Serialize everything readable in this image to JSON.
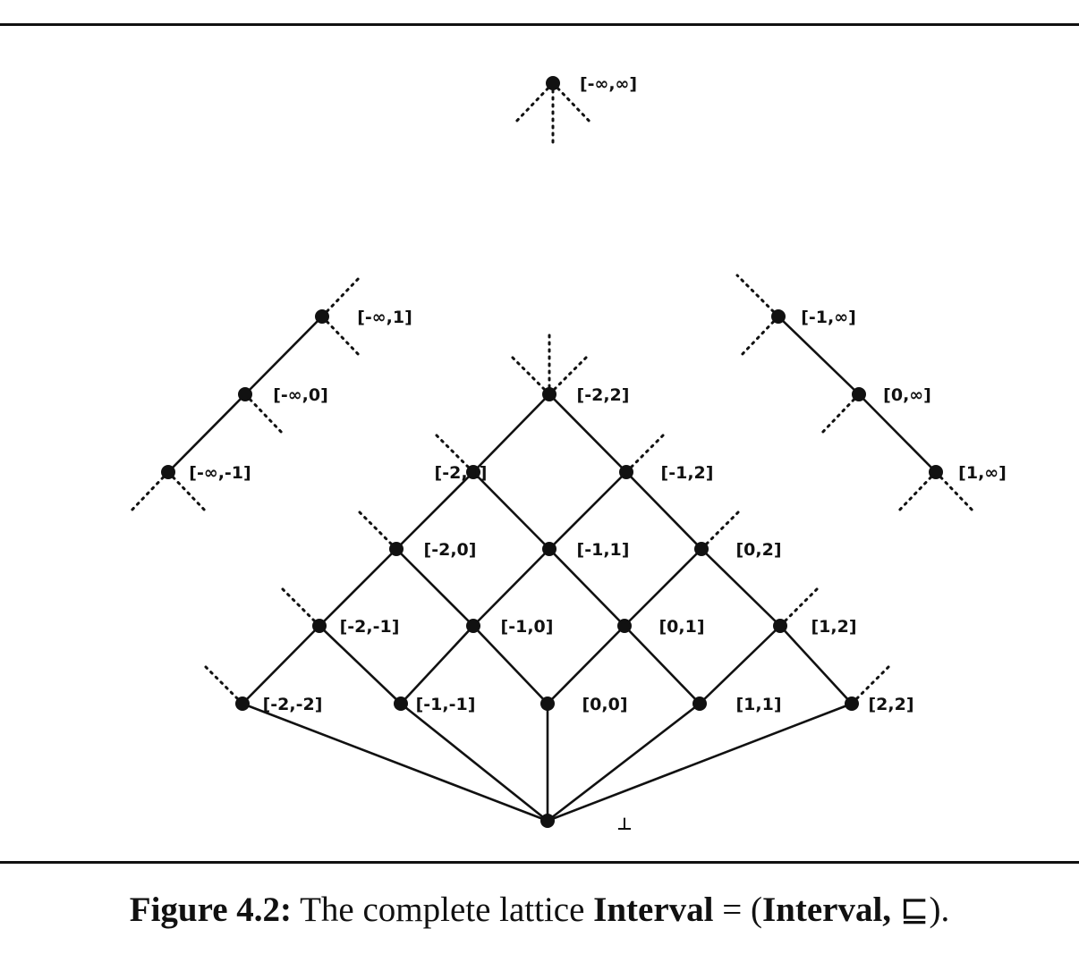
{
  "nodes": [
    {
      "id": "top",
      "label": "[-∞,∞]"
    },
    {
      "id": "n_inf_1",
      "label": "[-∞,1]"
    },
    {
      "id": "n_inf_0",
      "label": "[-∞,0]"
    },
    {
      "id": "n_inf_m1",
      "label": "[-∞,-1]"
    },
    {
      "id": "p_m1_inf",
      "label": "[-1,∞]"
    },
    {
      "id": "p_0_inf",
      "label": "[0,∞]"
    },
    {
      "id": "p_1_inf",
      "label": "[1,∞]"
    },
    {
      "id": "i_m2_2",
      "label": "[-2,2]"
    },
    {
      "id": "i_m2_1",
      "label": "[-2,1]"
    },
    {
      "id": "i_m1_2",
      "label": "[-1,2]"
    },
    {
      "id": "i_m2_0",
      "label": "[-2,0]"
    },
    {
      "id": "i_m1_1",
      "label": "[-1,1]"
    },
    {
      "id": "i_0_2",
      "label": "[0,2]"
    },
    {
      "id": "i_m2_m1",
      "label": "[-2,-1]"
    },
    {
      "id": "i_m1_0",
      "label": "[-1,0]"
    },
    {
      "id": "i_0_1",
      "label": "[0,1]"
    },
    {
      "id": "i_1_2",
      "label": "[1,2]"
    },
    {
      "id": "i_m2_m2",
      "label": "[-2,-2]"
    },
    {
      "id": "i_m1_m1",
      "label": "[-1,-1]"
    },
    {
      "id": "i_0_0",
      "label": "[0,0]"
    },
    {
      "id": "i_1_1",
      "label": "[1,1]"
    },
    {
      "id": "i_2_2",
      "label": "[2,2]"
    },
    {
      "id": "bottom",
      "label": "⊥"
    }
  ],
  "edges": [
    [
      "bottom",
      "i_m2_m2"
    ],
    [
      "bottom",
      "i_m1_m1"
    ],
    [
      "bottom",
      "i_0_0"
    ],
    [
      "bottom",
      "i_1_1"
    ],
    [
      "bottom",
      "i_2_2"
    ],
    [
      "i_m2_m2",
      "i_m2_m1"
    ],
    [
      "i_m1_m1",
      "i_m2_m1"
    ],
    [
      "i_m1_m1",
      "i_m1_0"
    ],
    [
      "i_0_0",
      "i_m1_0"
    ],
    [
      "i_0_0",
      "i_0_1"
    ],
    [
      "i_1_1",
      "i_0_1"
    ],
    [
      "i_1_1",
      "i_1_2"
    ],
    [
      "i_2_2",
      "i_1_2"
    ],
    [
      "i_m2_m1",
      "i_m2_0"
    ],
    [
      "i_m1_0",
      "i_m2_0"
    ],
    [
      "i_m1_0",
      "i_m1_1"
    ],
    [
      "i_0_1",
      "i_m1_1"
    ],
    [
      "i_0_1",
      "i_0_2"
    ],
    [
      "i_1_2",
      "i_0_2"
    ],
    [
      "i_m2_0",
      "i_m2_1"
    ],
    [
      "i_m1_1",
      "i_m2_1"
    ],
    [
      "i_m1_1",
      "i_m1_2"
    ],
    [
      "i_0_2",
      "i_m1_2"
    ],
    [
      "i_m2_1",
      "i_m2_2"
    ],
    [
      "i_m1_2",
      "i_m2_2"
    ],
    [
      "n_inf_m1",
      "n_inf_0"
    ],
    [
      "n_inf_0",
      "n_inf_1"
    ],
    [
      "p_1_inf",
      "p_0_inf"
    ],
    [
      "p_0_inf",
      "p_m1_inf"
    ]
  ],
  "caption": {
    "figure_label": "Figure 4.2",
    "text_plain": "The complete lattice",
    "name_bold": "Interval",
    "equals": "=",
    "open_paren": "(",
    "set_bold": "Interval",
    "order_symbol": "⊑",
    "close": ")."
  }
}
